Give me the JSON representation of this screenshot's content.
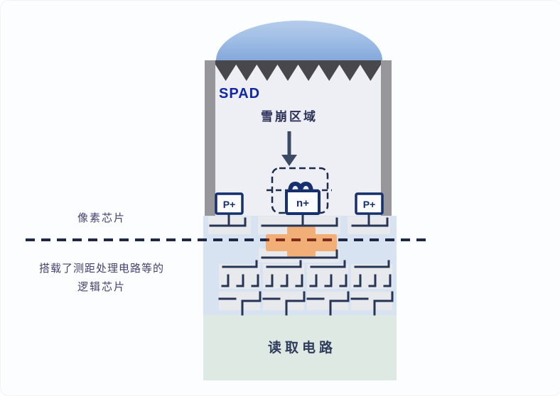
{
  "diagram": {
    "spad_label": "SPAD",
    "avalanche_region_label": "雪崩区域",
    "p_plus_left_label": "P+",
    "n_plus_label": "n+",
    "p_plus_right_label": "P+",
    "pixel_chip_label": "像素芯片",
    "logic_chip_label_line1": "搭载了测距处理电路等的",
    "logic_chip_label_line2": "逻辑芯片",
    "readout_circuit_label": "读取电路"
  },
  "colors": {
    "microlens_blue_top": "#b4cbeb",
    "microlens_blue_bottom": "#85a9dc",
    "wall_gray": "#97979b",
    "sawtooth_dark": "#47474c",
    "spad_body": "#edeff4",
    "wiring_region_blue": "#d8e3f1",
    "readout_region_green": "#dfe9e4",
    "trace_navy": "#263456",
    "bond_pad_orange": "#f2ae77",
    "interface_dash_navy": "#1d2845",
    "interface_dash_over_pad": "#7e2d1d",
    "spad_text_blue": "#1127a6",
    "label_navy": "#454170",
    "readout_text_navy": "#2e3c5c"
  }
}
